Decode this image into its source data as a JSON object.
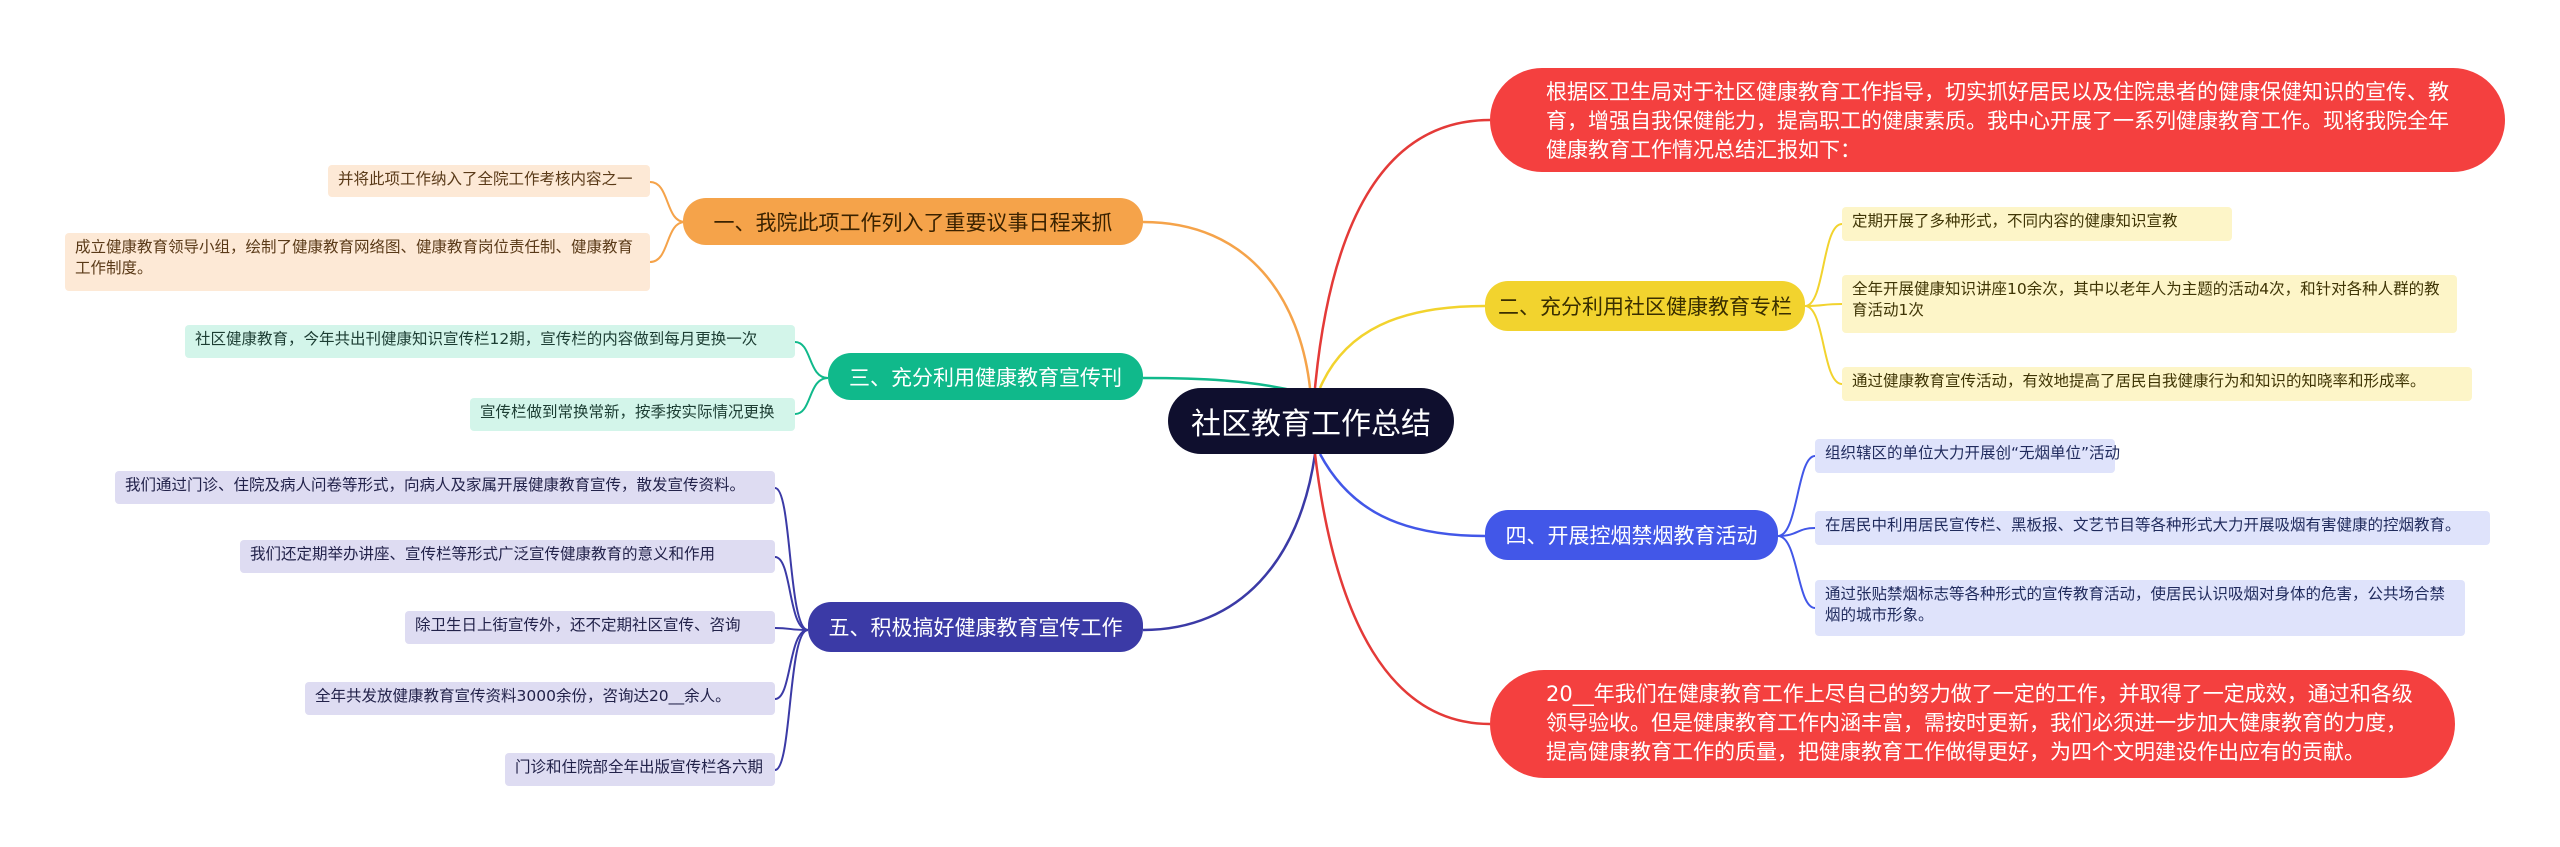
{
  "root": {
    "title": "社区教育工作总结"
  },
  "colors": {
    "orange": "#f5a34a",
    "green": "#10b98b",
    "navy": "#3b3aa6",
    "red": "#f4403f",
    "yellow": "#f2d32e",
    "blue": "#4257e8"
  },
  "branches": {
    "b1": {
      "label": "一、我院此项工作列入了重要议事日程来抓",
      "leaves": [
        "并将此项工作纳入了全院工作考核内容之一",
        "成立健康教育领导小组，绘制了健康教育网络图、健康教育岗位责任制、健康教育工作制度。"
      ]
    },
    "b3": {
      "label": "三、充分利用健康教育宣传刊",
      "leaves": [
        "社区健康教育，今年共出刊健康知识宣传栏12期，宣传栏的内容做到每月更换一次",
        "宣传栏做到常换常新，按季按实际情况更换"
      ]
    },
    "b5": {
      "label": "五、积极搞好健康教育宣传工作",
      "leaves": [
        "我们通过门诊、住院及病人问卷等形式，向病人及家属开展健康教育宣传，散发宣传资料。",
        "我们还定期举办讲座、宣传栏等形式广泛宣传健康教育的意义和作用",
        "除卫生日上街宣传外，还不定期社区宣传、咨询",
        "全年共发放健康教育宣传资料3000余份，咨询达20__余人。",
        "门诊和住院部全年出版宣传栏各六期"
      ]
    },
    "intro": {
      "label": "根据区卫生局对于社区健康教育工作指导，切实抓好居民以及住院患者的健康保健知识的宣传、教育，增强自我保健能力，提高职工的健康素质。我中心开展了一系列健康教育工作。现将我院全年健康教育工作情况总结汇报如下："
    },
    "b2": {
      "label": "二、充分利用社区健康教育专栏",
      "leaves": [
        "定期开展了多种形式，不同内容的健康知识宣教",
        "全年开展健康知识讲座10余次，其中以老年人为主题的活动4次，和针对各种人群的教育活动1次",
        "通过健康教育宣传活动，有效地提高了居民自我健康行为和知识的知晓率和形成率。"
      ]
    },
    "b4": {
      "label": "四、开展控烟禁烟教育活动",
      "leaves": [
        "组织辖区的单位大力开展创“无烟单位”活动",
        "在居民中利用居民宣传栏、黑板报、文艺节目等各种形式大力开展吸烟有害健康的控烟教育。",
        "通过张贴禁烟标志等各种形式的宣传教育活动，使居民认识吸烟对身体的危害，公共场合禁烟的城市形象。"
      ]
    },
    "outro": {
      "label": "20__年我们在健康教育工作上尽自己的努力做了一定的工作，并取得了一定成效，通过和各级领导验收。但是健康教育工作内涵丰富，需按时更新，我们必须进一步加大健康教育的力度，提高健康教育工作的质量，把健康教育工作做得更好，为四个文明建设作出应有的贡献。"
    }
  }
}
